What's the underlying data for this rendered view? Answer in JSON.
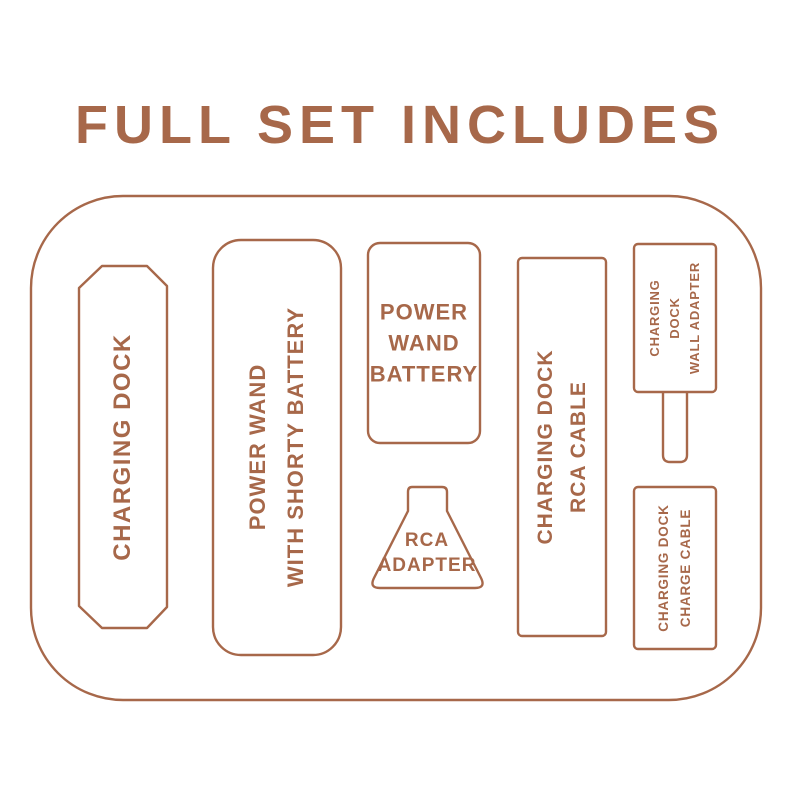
{
  "title": "FULL SET INCLUDES",
  "colors": {
    "accent": "#A7684A",
    "background": "#FFFFFF"
  },
  "items": {
    "charging_dock": {
      "lines": [
        "CHARGING DOCK"
      ]
    },
    "power_wand": {
      "lines": [
        "POWER WAND",
        "WITH SHORTY BATTERY"
      ]
    },
    "power_wand_battery": {
      "lines": [
        "POWER",
        "WAND",
        "BATTERY"
      ]
    },
    "rca_adapter": {
      "lines": [
        "RCA",
        "ADAPTER"
      ]
    },
    "charging_dock_rca_cable": {
      "lines": [
        "CHARGING DOCK",
        "RCA CABLE"
      ]
    },
    "charging_dock_wall_adapter": {
      "lines": [
        "CHARGING",
        "DOCK",
        "WALL ADAPTER"
      ]
    },
    "charging_dock_charge_cable": {
      "lines": [
        "CHARGING DOCK",
        "CHARGE CABLE"
      ]
    }
  }
}
